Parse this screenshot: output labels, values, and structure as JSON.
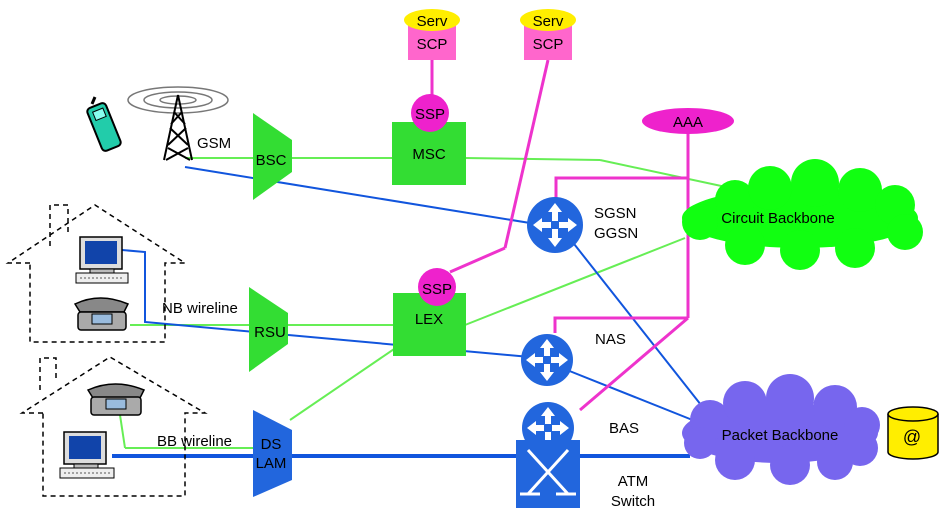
{
  "labels": {
    "serv1": "Serv",
    "scp1": "SCP",
    "serv2": "Serv",
    "scp2": "SCP",
    "ssp1": "SSP",
    "ssp2": "SSP",
    "msc": "MSC",
    "lex": "LEX",
    "bsc": "BSC",
    "rsu": "RSU",
    "dslam_line1": "DS",
    "dslam_line2": "LAM",
    "gsm": "GSM",
    "nb_wireline": "NB wireline",
    "bb_wireline": "BB wireline",
    "sgsn": "SGSN",
    "ggsn": "GGSN",
    "nas": "NAS",
    "bas": "BAS",
    "atm_line1": "ATM",
    "atm_line2": "Switch",
    "aaa": "AAA",
    "circuit_backbone": "Circuit Backbone",
    "packet_backbone": "Packet Backbone",
    "at_symbol": "@"
  },
  "colors": {
    "green_node": "#33dd33",
    "green_line": "#66ee55",
    "magenta": "#ee33cc",
    "pink_scp": "#ff66cc",
    "yellow": "#ffee00",
    "blue_node": "#2266dd",
    "blue_line": "#1155dd",
    "circuit_cloud": "#11ff11",
    "packet_cloud": "#7766ee",
    "ssp_magenta": "#ee22cc"
  }
}
